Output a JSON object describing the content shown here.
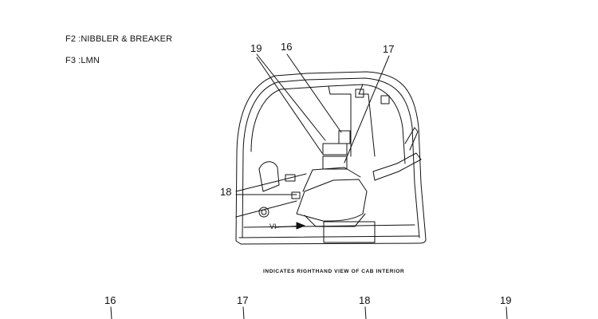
{
  "notes": {
    "f2": "F2 :NIBBLER & BREAKER",
    "f3": "F3 :LMN"
  },
  "callouts": {
    "c19": "19",
    "c16": "16",
    "c17": "17",
    "c18": "18"
  },
  "caption": "INDICATES RIGHTHAND VIEW OF CAB INTERIOR",
  "view_label": "VI",
  "bottom_labels": [
    "16",
    "17",
    "18",
    "19"
  ]
}
